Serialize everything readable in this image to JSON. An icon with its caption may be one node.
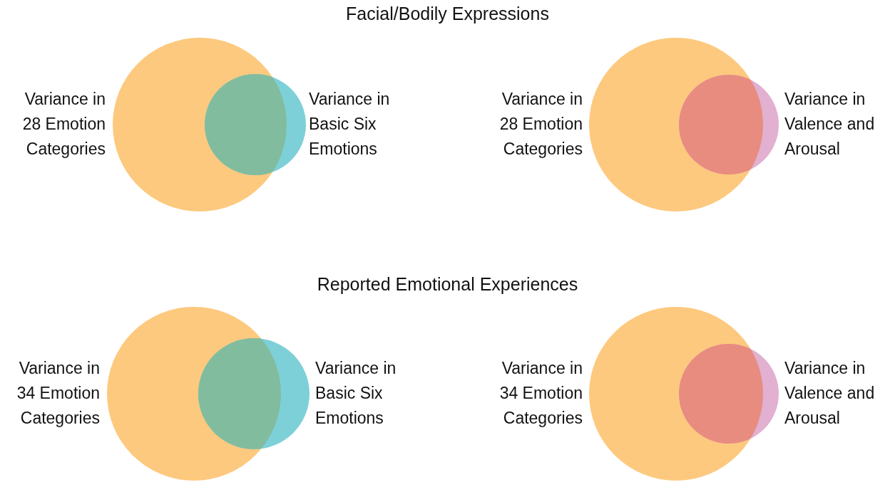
{
  "diagram": {
    "nodes": [
      {
        "text": [
          "Variance in 28 Emotion Categories"
        ]
      },
      {
        "text": [
          "Variance in Basic Six Emotions"
        ]
      },
      {
        "text": [
          "Variance in 28 Emotion Categories"
        ]
      },
      {
        "text": [
          "Variance in Valence and Arousal"
        ]
      },
      {
        "text": [
          "Variance in 34 Emotion Categories"
        ]
      },
      {
        "text": [
          "Variance in Basic Six Emotions"
        ]
      },
      {
        "text": [
          "Variance in 34 Emotion Categories"
        ]
      },
      {
        "text": [
          "Variance in Valence and Arousal"
        ]
      }
    ],
    "edges": [],
    "labels": [
      "Facial/Bodily Expressions",
      "Reported Emotional Experiences"
    ]
  }
}
